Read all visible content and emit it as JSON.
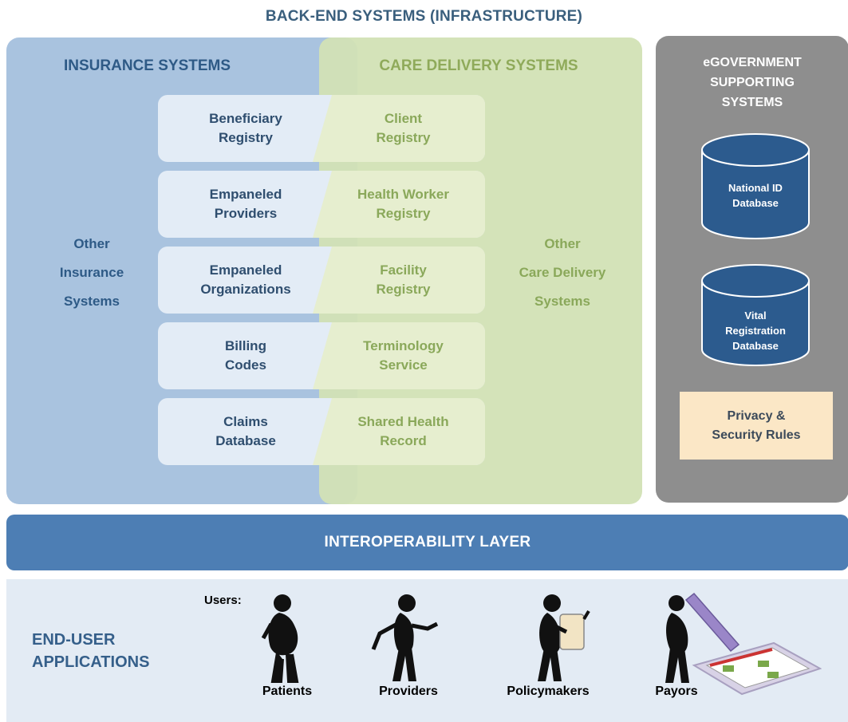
{
  "title": "BACK-END SYSTEMS (INFRASTRUCTURE)",
  "insurance": {
    "title": "INSURANCE SYSTEMS",
    "other_lines": [
      "Other",
      "Insurance",
      "Systems"
    ]
  },
  "care": {
    "title": "CARE DELIVERY SYSTEMS",
    "other_lines": [
      "Other",
      "Care Delivery",
      "Systems"
    ]
  },
  "rows": [
    {
      "left": [
        "Beneficiary",
        "Registry"
      ],
      "right": [
        "Client",
        "Registry"
      ]
    },
    {
      "left": [
        "Empaneled",
        "Providers"
      ],
      "right": [
        "Health Worker",
        "Registry"
      ]
    },
    {
      "left": [
        "Empaneled",
        "Organizations"
      ],
      "right": [
        "Facility",
        "Registry"
      ]
    },
    {
      "left": [
        "Billing",
        "Codes"
      ],
      "right": [
        "Terminology",
        "Service"
      ]
    },
    {
      "left": [
        "Claims",
        "Database"
      ],
      "right": [
        "Shared Health",
        "Record"
      ]
    }
  ],
  "egov": {
    "title_lines": [
      "eGOVERNMENT",
      "SUPPORTING",
      "SYSTEMS"
    ],
    "databases": [
      {
        "lines": [
          "National ID",
          "Database"
        ]
      },
      {
        "lines": [
          "Vital",
          "Registration",
          "Database"
        ]
      }
    ],
    "privacy_lines": [
      "Privacy &",
      "Security Rules"
    ]
  },
  "interop": "INTEROPERABILITY LAYER",
  "end_user": {
    "title_lines": [
      "END-USER",
      "APPLICATIONS"
    ],
    "users_label": "Users:",
    "users": [
      "Patients",
      "Providers",
      "Policymakers",
      "Payors"
    ]
  },
  "colors": {
    "insurance_panel": "#a9c3df",
    "care_panel": "#d2e2b5",
    "egov_panel": "#8e8e8e",
    "database": "#2c5b8e",
    "interop": "#4d7eb4",
    "privacy_box": "#fbe7c6"
  }
}
